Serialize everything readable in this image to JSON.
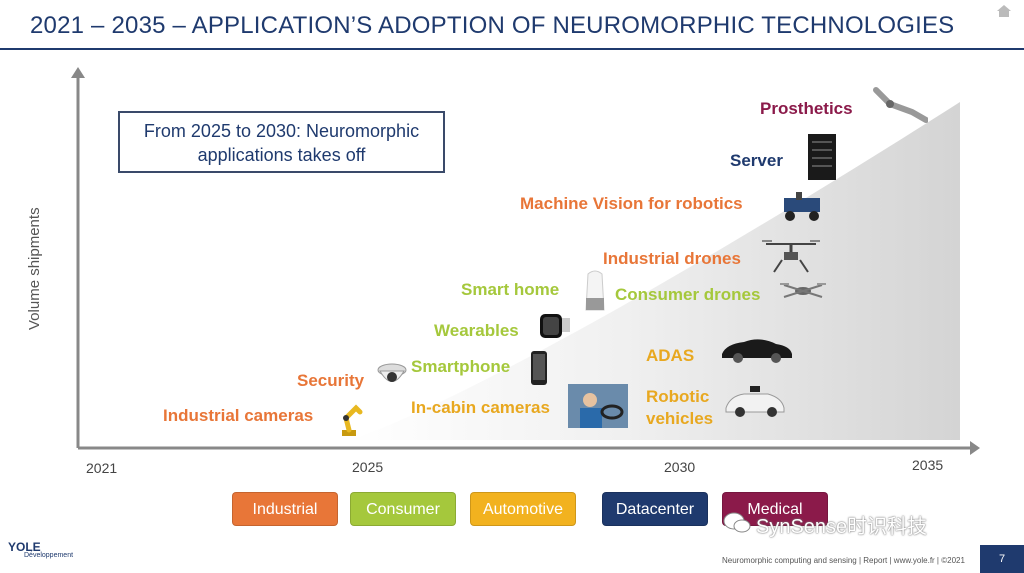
{
  "header": {
    "title": "2021 – 2035 – APPLICATION’S ADOPTION OF NEUROMORPHIC TECHNOLOGIES"
  },
  "callout": {
    "line1": "From 2025 to 2030: Neuromorphic",
    "line2": "applications takes off"
  },
  "chart_data": {
    "type": "area",
    "ylabel": "Volume shipments",
    "x_ticks": [
      "2021",
      "2025",
      "2030",
      "2035"
    ],
    "xlim": [
      2021,
      2035
    ],
    "ylim": [
      0,
      1
    ],
    "area": {
      "x": [
        2025,
        2035
      ],
      "y": [
        0.0,
        1.0
      ],
      "shape": "rising-curve"
    },
    "applications": [
      {
        "name": "Industrial cameras",
        "category": "Industrial",
        "year": 2024.9,
        "volume": 0.06
      },
      {
        "name": "Security",
        "category": "Industrial",
        "year": 2025.4,
        "volume": 0.18
      },
      {
        "name": "Smartphone",
        "category": "Consumer",
        "year": 2026.8,
        "volume": 0.23
      },
      {
        "name": "In-cabin cameras",
        "category": "Automotive",
        "year": 2027.5,
        "volume": 0.12
      },
      {
        "name": "Wearables",
        "category": "Consumer",
        "year": 2027.7,
        "volume": 0.34
      },
      {
        "name": "Smart home",
        "category": "Consumer",
        "year": 2028.2,
        "volume": 0.47
      },
      {
        "name": "Robotic vehicles",
        "category": "Automotive",
        "year": 2030.6,
        "volume": 0.11
      },
      {
        "name": "ADAS",
        "category": "Automotive",
        "year": 2030.7,
        "volume": 0.24
      },
      {
        "name": "Consumer drones",
        "category": "Consumer",
        "year": 2030.9,
        "volume": 0.46
      },
      {
        "name": "Industrial drones",
        "category": "Industrial",
        "year": 2031.7,
        "volume": 0.57
      },
      {
        "name": "Machine Vision for robotics",
        "category": "Industrial",
        "year": 2032.1,
        "volume": 0.7
      },
      {
        "name": "Server",
        "category": "Datacenter",
        "year": 2032.6,
        "volume": 0.83
      },
      {
        "name": "Prosthetics",
        "category": "Medical",
        "year": 2033.0,
        "volume": 0.96
      }
    ],
    "legend": [
      {
        "name": "Industrial",
        "color": "#e87638"
      },
      {
        "name": "Consumer",
        "color": "#a5c83c"
      },
      {
        "name": "Automotive",
        "color": "#f2b21f"
      },
      {
        "name": "Datacenter",
        "color": "#1f3a6e"
      },
      {
        "name": "Medical",
        "color": "#8b1a4a"
      }
    ],
    "legend_placement": "bottom"
  },
  "labels": {
    "robotic1": "Robotic",
    "robotic2": "vehicles"
  },
  "footer": {
    "text": "Neuromorphic computing and sensing | Report | www.yole.fr | ©2021",
    "page": "7",
    "logo": "YOLE",
    "logo_sub": "Développement",
    "watermark": "SynSense时识科技"
  },
  "colors": {
    "industrial": "#e87638",
    "consumer": "#a5c83c",
    "automotive": "#e8a820",
    "datacenter": "#1f3a6e",
    "medical": "#8b1a4a",
    "title": "#1f3a6e"
  },
  "icons": [
    "robot-arm-icon",
    "security-camera-icon",
    "smartphone-icon",
    "smartwatch-icon",
    "smart-speaker-icon",
    "car-interior-icon",
    "drone-icon",
    "car-icon",
    "self-driving-car-icon",
    "rover-icon",
    "server-icon",
    "prosthetic-arm-icon",
    "home-icon"
  ]
}
